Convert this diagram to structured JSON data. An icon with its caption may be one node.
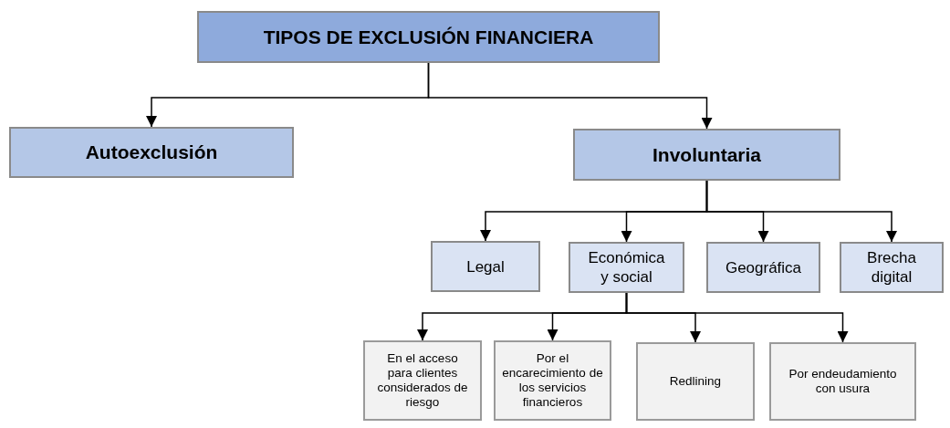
{
  "diagram": {
    "nodes": [
      {
        "text": [
          "TIPOS DE EXCLUSIÓN FINANCIERA"
        ]
      },
      {
        "text": [
          "Autoexclusión"
        ]
      },
      {
        "text": [
          "Involuntaria"
        ]
      },
      {
        "text": [
          "Legal"
        ]
      },
      {
        "text": [
          "Económica y social"
        ]
      },
      {
        "text": [
          "Geográfica"
        ]
      },
      {
        "text": [
          "Brecha digital"
        ]
      },
      {
        "text": [
          "En el acceso para clientes considerados de riesgo"
        ]
      },
      {
        "text": [
          "Por el encarecimiento de los servicios financieros"
        ]
      },
      {
        "text": [
          "Redlining"
        ]
      },
      {
        "text": [
          "Por endeudamiento con usura"
        ]
      }
    ],
    "edges": [
      {
        "from": 0,
        "to": 1,
        "arrow": "to"
      },
      {
        "from": 0,
        "to": 2,
        "arrow": "to"
      },
      {
        "from": 2,
        "to": 3,
        "arrow": "to"
      },
      {
        "from": 2,
        "to": 4,
        "arrow": "to"
      },
      {
        "from": 2,
        "to": 5,
        "arrow": "to"
      },
      {
        "from": 2,
        "to": 6,
        "arrow": "to"
      },
      {
        "from": 4,
        "to": 7,
        "arrow": "to"
      },
      {
        "from": 4,
        "to": 8,
        "arrow": "to"
      },
      {
        "from": 4,
        "to": 9,
        "arrow": "to"
      },
      {
        "from": 4,
        "to": 10,
        "arrow": "to"
      }
    ]
  }
}
